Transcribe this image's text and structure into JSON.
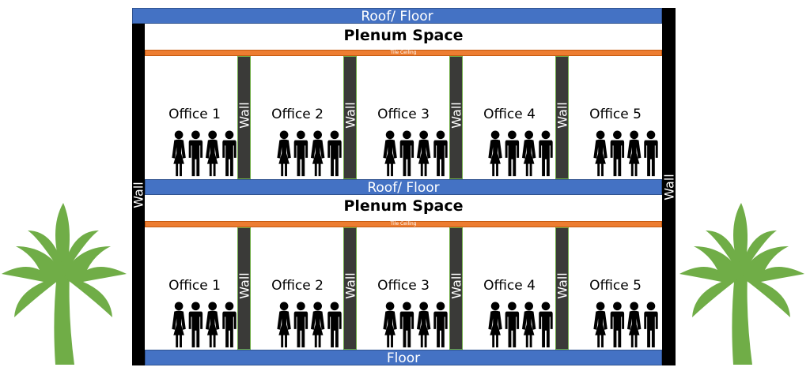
{
  "colors": {
    "slab": "#4472c4",
    "tile_ceiling": "#ed7d31",
    "outer_wall": "#000000",
    "inner_wall": "#3a3a38",
    "palm": "#70ad47"
  },
  "top_slab": "Roof/ Floor",
  "middle_slab": "Roof/ Floor",
  "bottom_slab": "Floor",
  "plenum_label": "Plenum Space",
  "tile_ceiling_label": "Tile Ceiling",
  "wall_label": "Wall",
  "upper_floor": {
    "offices": [
      "Office 1",
      "Office 2",
      "Office 3",
      "Office 4",
      "Office 5"
    ]
  },
  "lower_floor": {
    "offices": [
      "Office 1",
      "Office 2",
      "Office 3",
      "Office 4",
      "Office 5"
    ]
  },
  "icons": {
    "people": "people-group-icon",
    "tree": "palm-tree-icon"
  }
}
